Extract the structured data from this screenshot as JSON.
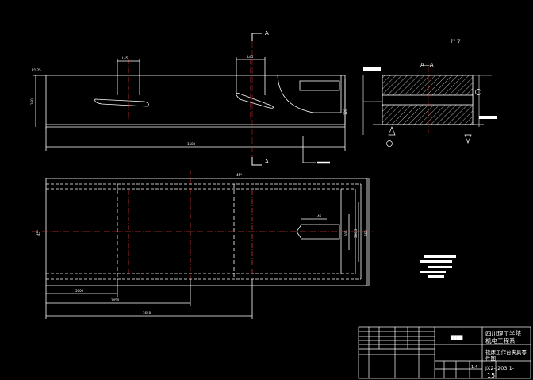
{
  "section_marks": {
    "top_letter": "A",
    "bottom_letter": "A",
    "section_title": "A—A"
  },
  "corner_note": "?? ∇",
  "dims": {
    "top_left_small": "R1.25",
    "slot_width_a": "L45",
    "slot_width_b": "L45",
    "left_height": "160",
    "right_height": "120",
    "overall_length": "1580",
    "plan_top_a": "45°",
    "plan_left": "45°",
    "plan_slot": "L45",
    "plan_h1": "505",
    "plan_h2": "580.5",
    "plan_h3": "660",
    "plan_bottom_a": "5000",
    "plan_bottom_b": "1450",
    "plan_bottom_c": "1650"
  },
  "title_block": {
    "school_line1": "四川理工学院",
    "school_line2": "机电工程系",
    "part_name_line1": "铣床工作台夹具零",
    "part_name_line2": "件图",
    "drawing_no": "JX2-J203 1-",
    "sheet": "15",
    "scale": "1:4",
    "stamp": "████"
  }
}
